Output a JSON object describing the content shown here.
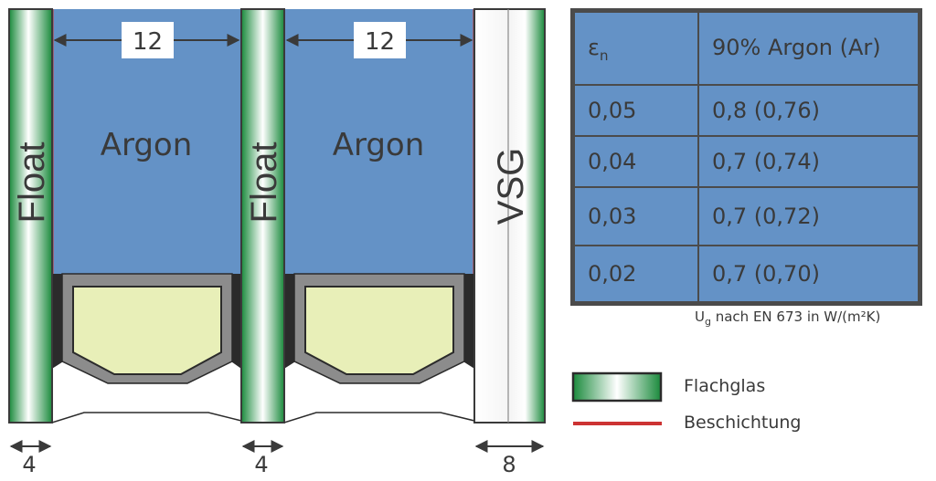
{
  "diagram": {
    "panes": [
      {
        "label": "Float",
        "thickness": "4"
      },
      {
        "label": "Float",
        "thickness": "4"
      },
      {
        "label": "VSG",
        "thickness": "8"
      }
    ],
    "cavities": [
      {
        "gas": "Argon",
        "width": "12"
      },
      {
        "gas": "Argon",
        "width": "12"
      }
    ]
  },
  "table": {
    "header": {
      "emissivity_symbol": "ε",
      "emissivity_subscript": "n",
      "gas_fill": "90% Argon (Ar)"
    },
    "rows": [
      {
        "emissivity": "0,05",
        "ug": "0,8 (0,76)"
      },
      {
        "emissivity": "0,04",
        "ug": "0,7 (0,74)"
      },
      {
        "emissivity": "0,03",
        "ug": "0,7 (0,72)"
      },
      {
        "emissivity": "0,02",
        "ug": "0,7 (0,70)"
      }
    ],
    "caption_symbol": "U",
    "caption_subscript": "g",
    "caption_rest": " nach EN 673 in W/(m²K)"
  },
  "legend": {
    "flat_glass": "Flachglas",
    "coating": "Beschichtung"
  },
  "colors": {
    "gas_fill": "#6492c6",
    "glass_green": "#1a8a3c",
    "coating_red": "#cc3333",
    "desiccant": "#e8efb8",
    "spacer_gray": "#8c8c8c",
    "sealant_dark": "#2b2b2b",
    "outline": "#3a3a3a"
  }
}
